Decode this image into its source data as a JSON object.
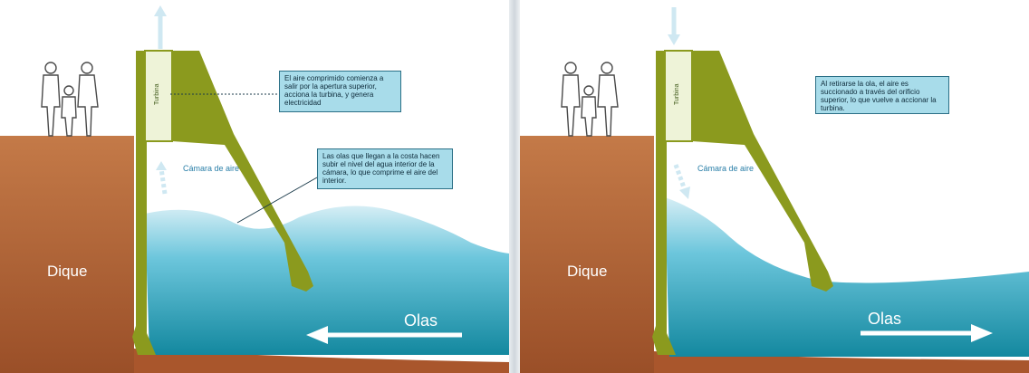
{
  "left": {
    "turbine_label": "Turbina",
    "chamber_label": "Cámara de aire",
    "dike_label": "Dique",
    "waves_label": "Olas",
    "callout_top": "El aire comprimido comienza a salir por la apertura superior, acciona la turbina, y genera electricidad",
    "callout_mid": "Las olas que llegan a la costa hacen subir el nivel del agua interior de la cámara, lo que comprime el aire del interior."
  },
  "right": {
    "turbine_label": "Turbina",
    "chamber_label": "Cámara de aire",
    "dike_label": "Dique",
    "waves_label": "Olas",
    "callout_top": "Al retirarse la ola, el aire es succionado a través del orificio superior, lo que vuelve a accionar la turbina."
  },
  "colors": {
    "earth": "#b8693a",
    "wall": "#8b9a1e",
    "water": "#2aa8c4",
    "callout": "#a8dcea"
  }
}
